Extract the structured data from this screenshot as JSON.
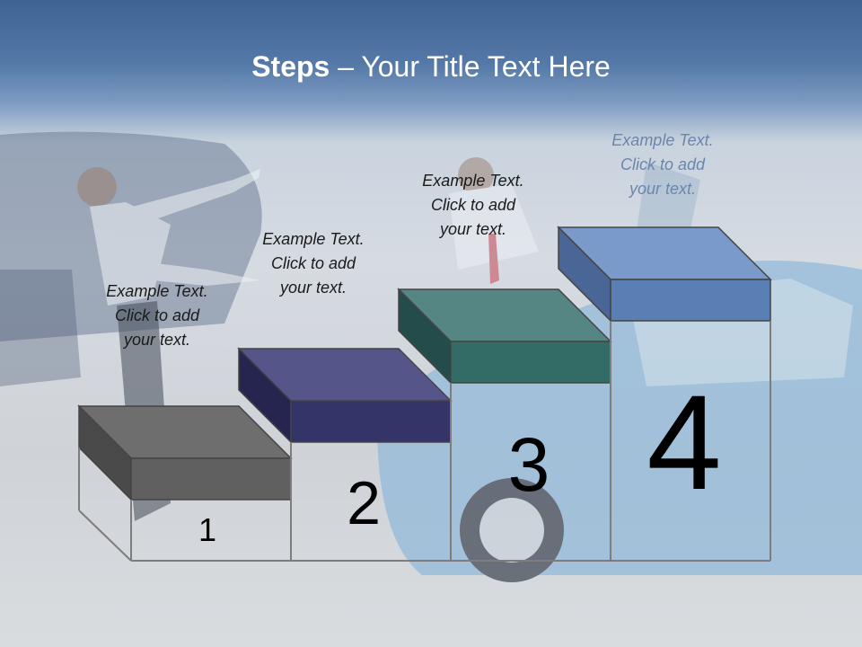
{
  "slide": {
    "title_bold": "Steps",
    "title_rest": " – Your Title Text Here"
  },
  "steps": [
    {
      "number": "1",
      "caption": [
        "Example Text.",
        "Click  to add",
        "your text."
      ],
      "color": "#606060"
    },
    {
      "number": "2",
      "caption": [
        "Example Text.",
        "Click  to add",
        "your text."
      ],
      "color": "#353468"
    },
    {
      "number": "3",
      "caption": [
        "Example Text.",
        "Click  to add",
        "your text."
      ],
      "color": "#336b66"
    },
    {
      "number": "4",
      "caption": [
        "Example Text.",
        "Click  to add",
        "your text."
      ],
      "color": "#5a7fb4"
    }
  ]
}
